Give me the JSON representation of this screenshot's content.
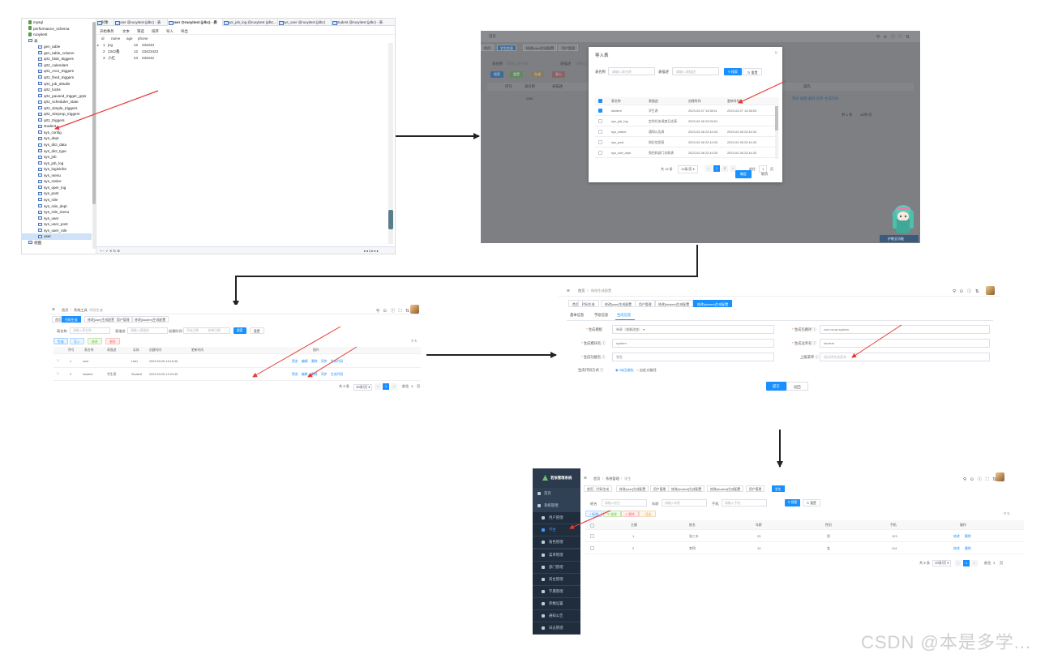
{
  "colors": {
    "accent": "#1890ff",
    "annotation_arrow": "#e53935",
    "flow_arrow": "#222222",
    "sidebar_bg": "#304156"
  },
  "s1": {
    "tree": [
      {
        "label": "mysql",
        "type": "db"
      },
      {
        "label": "performance_schema",
        "type": "db"
      },
      {
        "label": "ruoyitest",
        "type": "db"
      },
      {
        "label": "表",
        "type": "folder"
      },
      {
        "label": "gen_table",
        "type": "table"
      },
      {
        "label": "gen_table_column",
        "type": "table"
      },
      {
        "label": "qrtz_blob_triggers",
        "type": "table"
      },
      {
        "label": "qrtz_calendars",
        "type": "table"
      },
      {
        "label": "qrtz_cron_triggers",
        "type": "table"
      },
      {
        "label": "qrtz_fired_triggers",
        "type": "table"
      },
      {
        "label": "qrtz_job_details",
        "type": "table"
      },
      {
        "label": "qrtz_locks",
        "type": "table"
      },
      {
        "label": "qrtz_paused_trigger_grps",
        "type": "table"
      },
      {
        "label": "qrtz_scheduler_state",
        "type": "table"
      },
      {
        "label": "qrtz_simple_triggers",
        "type": "table"
      },
      {
        "label": "qrtz_simprop_triggers",
        "type": "table"
      },
      {
        "label": "qrtz_triggers",
        "type": "table"
      },
      {
        "label": "student",
        "type": "table"
      },
      {
        "label": "sys_config",
        "type": "table"
      },
      {
        "label": "sys_dept",
        "type": "table"
      },
      {
        "label": "sys_dict_data",
        "type": "table"
      },
      {
        "label": "sys_dict_type",
        "type": "table"
      },
      {
        "label": "sys_job",
        "type": "table"
      },
      {
        "label": "sys_job_log",
        "type": "table"
      },
      {
        "label": "sys_logininfor",
        "type": "table"
      },
      {
        "label": "sys_menu",
        "type": "table"
      },
      {
        "label": "sys_notice",
        "type": "table"
      },
      {
        "label": "sys_oper_log",
        "type": "table"
      },
      {
        "label": "sys_post",
        "type": "table"
      },
      {
        "label": "sys_role",
        "type": "table"
      },
      {
        "label": "sys_role_dept",
        "type": "table"
      },
      {
        "label": "sys_role_menu",
        "type": "table"
      },
      {
        "label": "sys_user",
        "type": "table"
      },
      {
        "label": "sys_user_post",
        "type": "table"
      },
      {
        "label": "sys_user_role",
        "type": "table"
      },
      {
        "label": "user",
        "type": "table"
      },
      {
        "label": "视图",
        "type": "folder"
      }
    ],
    "tabs": [
      "对象",
      "user @ruoyitest (jdbc) - 表",
      "user @ruoyitest (jdbc) - 表",
      "sys_job_log @ruoyitest (jdbc...",
      "sys_user @ruoyitest (jdbc)",
      "student @ruoyitest (jdbc) - 表"
    ],
    "toolbar": [
      "开始事务",
      "文本",
      "筛选",
      "排序",
      "导入",
      "导出"
    ],
    "columns": [
      "id",
      "name",
      "age",
      "phone"
    ],
    "rows": [
      [
        "1",
        "jng",
        "12",
        "234234"
      ],
      [
        "2",
        "2342鑫",
        "12",
        "23423423"
      ],
      [
        "3",
        "小红",
        "23",
        "234242"
      ]
    ]
  },
  "s2": {
    "bg_tabs": [
      "首页",
      "学生信息",
      "代码生成",
      "修改[user]生成配置",
      "用户管理"
    ],
    "bg_labels": [
      "表名称",
      "请输入表名称",
      "表描述",
      "请输入"
    ],
    "bg_btns": [
      "搜索",
      "重置",
      "生成",
      "导入",
      "修改"
    ],
    "bg_cols": [
      "序号",
      "表名称",
      "表描述",
      "实体",
      "创建时间",
      "更新时间",
      "操作"
    ],
    "bg_row_name": "user",
    "bg_row_ops": "预览  编辑  删除  同步  生成代码",
    "bg_pager": {
      "total": "共 1 条",
      "size": "10条/页"
    },
    "title": "导入表",
    "table_name_label": "表名称",
    "table_name_placeholder": "请输入表名称",
    "table_desc_label": "表描述",
    "table_desc_placeholder": "请输入表描述",
    "search_btn": "搜索",
    "reset_btn": "重置",
    "columns": [
      "表名称",
      "表描述",
      "创建时间",
      "更新时间"
    ],
    "rows": [
      {
        "checked": true,
        "name": "student",
        "desc": "学生表",
        "created": "2023-03-07 14:38:11",
        "updated": "2023-03-07 14:38:53"
      },
      {
        "checked": false,
        "name": "sys_job_log",
        "desc": "定时任务调度日志表",
        "created": "2023-02-08 23:05:51",
        "updated": ""
      },
      {
        "checked": false,
        "name": "sys_notice",
        "desc": "通知公告表",
        "created": "2023-02-08 22:44:33",
        "updated": "2023-02-08 22:44:33"
      },
      {
        "checked": false,
        "name": "sys_post",
        "desc": "岗位信息表",
        "created": "2023-02-08 22:44:33",
        "updated": "2023-02-08 22:44:33"
      },
      {
        "checked": false,
        "name": "sys_role_dept",
        "desc": "角色和部门关联表",
        "created": "2023-02-08 22:44:33",
        "updated": "2023-02-08 22:44:33"
      }
    ],
    "total": "共 15 条",
    "page_size": "10条/页",
    "pages": [
      "1",
      "2"
    ],
    "goto": "前往",
    "goto_page": "1",
    "page_unit": "页",
    "confirm_btn": "确定",
    "cancel_btn": "取消",
    "badge": "护眼全功能"
  },
  "s3": {
    "breadcrumb": [
      "首页",
      "系统工具",
      "代码生成"
    ],
    "tabs": [
      "首页",
      "代码生成",
      "修改[user]生成配置",
      "用户管理",
      "修改[student]生成配置"
    ],
    "labels": {
      "name": "表名称",
      "name_ph": "请输入表名称",
      "desc": "表描述",
      "desc_ph": "请输入表描述",
      "time": "创建时间",
      "start": "开始日期",
      "to": "-",
      "end": "结束日期"
    },
    "buttons": [
      "搜索",
      "重置",
      "生成",
      "导入",
      "修改",
      "删除"
    ],
    "columns": [
      "序号",
      "表名称",
      "表描述",
      "实体",
      "创建时间",
      "更新时间",
      "操作"
    ],
    "rows": [
      {
        "no": "1",
        "name": "user",
        "desc": "",
        "entity": "User",
        "created": "2023-03-05 16:15:46",
        "updated": ""
      },
      {
        "no": "2",
        "name": "student",
        "desc": "学生表",
        "entity": "Student",
        "created": "2023-03-06 19:23:45",
        "updated": ""
      }
    ],
    "ops": [
      "预览",
      "编辑",
      "删除",
      "同步",
      "生成代码"
    ],
    "total": "共 2 条",
    "page_size": "10条/页",
    "page": "1",
    "goto": "前往",
    "goto_page": "1",
    "page_unit": "页"
  },
  "s4": {
    "breadcrumb": [
      "首页",
      "修改生成配置"
    ],
    "tabs": [
      "首页",
      "代码生成",
      "修改[user]生成配置",
      "用户管理",
      "修改[student]生成配置",
      "修改[student]生成配置"
    ],
    "form_tabs": [
      "基本信息",
      "字段信息",
      "生成信息"
    ],
    "fields": [
      {
        "label": "生成模板",
        "value": "单表（增删改查）",
        "ph": false
      },
      {
        "label": "生成包路径",
        "value": "com.ruoyi.system",
        "ph": false
      },
      {
        "label": "生成模块名",
        "value": "system",
        "ph": false
      },
      {
        "label": "生成业务名",
        "value": "student",
        "ph": false
      },
      {
        "label": "生成功能名",
        "value": "学生",
        "ph": false
      },
      {
        "label": "上级菜单",
        "value": "请选择系统菜单",
        "ph": true
      }
    ],
    "gen_type_label": "生成代码方式",
    "gen_type_options": [
      "zip压缩包",
      "自定义路径"
    ],
    "submit_btn": "提交",
    "back_btn": "返回"
  },
  "s5": {
    "brand": "若依管理系统",
    "menu": [
      {
        "label": "首页",
        "sub": false,
        "active": false
      },
      {
        "label": "系统管理",
        "sub": false,
        "active": false
      },
      {
        "label": "用户管理",
        "sub": true,
        "active": false
      },
      {
        "label": "学生",
        "sub": true,
        "active": true
      },
      {
        "label": "角色管理",
        "sub": true,
        "active": false
      },
      {
        "label": "菜单管理",
        "sub": true,
        "active": false
      },
      {
        "label": "部门管理",
        "sub": true,
        "active": false
      },
      {
        "label": "岗位管理",
        "sub": true,
        "active": false
      },
      {
        "label": "字典管理",
        "sub": true,
        "active": false
      },
      {
        "label": "参数设置",
        "sub": true,
        "active": false
      },
      {
        "label": "通知公告",
        "sub": true,
        "active": false
      },
      {
        "label": "日志管理",
        "sub": true,
        "active": false
      }
    ],
    "breadcrumb": [
      "首页",
      "系统管理",
      "学生"
    ],
    "tabs": [
      "首页",
      "代码生成",
      "修改[user]生成配置",
      "用户管理",
      "修改[student]生成配置",
      "修改[student]生成配置",
      "用户管理",
      "学生"
    ],
    "filters": {
      "name": "姓名",
      "name_ph": "请输入姓名",
      "age": "年龄",
      "age_ph": "请输入年龄",
      "phone": "手机",
      "phone_ph": "请输入手机",
      "search": "搜索",
      "reset": "重置"
    },
    "buttons": [
      "新增",
      "修改",
      "删除",
      "导出"
    ],
    "columns": [
      "主键",
      "姓名",
      "年龄",
      "性别",
      "手机",
      "操作"
    ],
    "rows": [
      {
        "id": "1",
        "name": "张三丰",
        "age": "23",
        "gender": "男",
        "phone": "123"
      },
      {
        "id": "2",
        "name": "李四",
        "age": "13",
        "gender": "女",
        "phone": "114"
      }
    ],
    "ops": [
      "修改",
      "删除"
    ],
    "total": "共 2 条",
    "page_size": "10条/页",
    "page": "1",
    "goto": "前往",
    "goto_page": "1",
    "page_unit": "页"
  },
  "watermark": "CSDN @本是多学..."
}
